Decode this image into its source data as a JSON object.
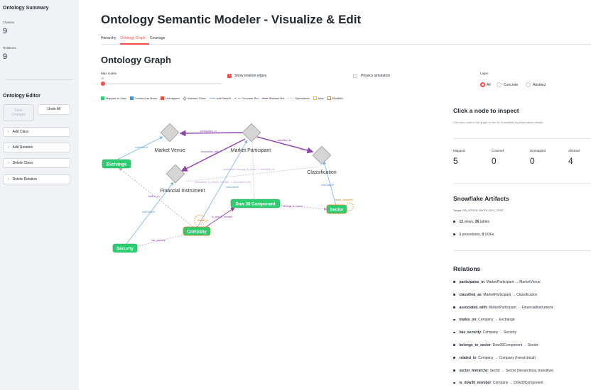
{
  "sidebar": {
    "summary_title": "Ontology Summary",
    "classes_label": "Classes",
    "classes_value": "9",
    "relations_label": "Relations",
    "relations_value": "9",
    "editor_title": "Ontology Editor",
    "save_label": "Save Changes",
    "undo_label": "Undo All",
    "expanders": [
      "Add Class",
      "Add Relation",
      "Delete Class",
      "Delete Relation"
    ]
  },
  "page": {
    "title": "Ontology Semantic Modeler - Visualize & Edit",
    "tabs": [
      "Hierarchy",
      "Ontology Graph",
      "Coverage"
    ],
    "active_tab": "Ontology Graph",
    "section_title": "Ontology Graph"
  },
  "controls": {
    "max_nodes_label": "Max nodes",
    "max_nodes_value": "9",
    "show_relation_edges_label": "Show relation edges",
    "show_relation_edges": true,
    "physics_label": "Physics simulation",
    "physics": false,
    "layer_label": "Layer",
    "layer_options": [
      "All",
      "Concrete",
      "Abstract"
    ],
    "layer_selected": "All"
  },
  "legend": [
    {
      "label": "Mapped to View",
      "kind": "swatch",
      "color": "#2ecc71"
    },
    {
      "label": "Covered as Rows",
      "kind": "swatch",
      "color": "#3498db"
    },
    {
      "label": "Unmapped",
      "kind": "swatch",
      "color": "#e74c3c"
    },
    {
      "label": "Abstract Class",
      "kind": "diamond",
      "color": "#bbbbbb"
    },
    {
      "label": "subClassOf",
      "kind": "line",
      "color": "#7fb3e0"
    },
    {
      "label": "Concrete Rel",
      "kind": "dashed",
      "color": "#999999"
    },
    {
      "label": "Abstract Rel",
      "kind": "line",
      "color": "#8e44ad"
    },
    {
      "label": "Specializes",
      "kind": "dotted",
      "color": "#bbbbbb"
    },
    {
      "label": "New",
      "kind": "outline",
      "color": "#f1c40f"
    },
    {
      "label": "Modified",
      "kind": "outline",
      "color": "#e67e22"
    }
  ],
  "graph": {
    "abstract_nodes": [
      "Market Venue",
      "Market Participant",
      "Classification",
      "Financial Instrument"
    ],
    "concrete_nodes": [
      "Exchange",
      "Company",
      "Security",
      "Dow 30 Component",
      "Sector"
    ],
    "edge_labels": {
      "participates_in": "participates_in",
      "classified_as": "classified_as",
      "associated_with": "associated_with",
      "subclass_a": "subClassOf",
      "subclass_b": "subClassOf",
      "subclass_c": "subClassOf",
      "subclass_d": "subClassOf",
      "trades_on": "trades_on",
      "has_security": "has_security",
      "belongs_to_sector": "belongs_to_sector",
      "sector_hierarchy": "sector_hierarchy",
      "related_to": "related_to",
      "is_dow30_member": "is_dow30_member",
      "specializes_1": "specializes: belongs_to_sector -> classified_as",
      "specializes_2": "specializes: is_dow30_member -> associated_with"
    }
  },
  "inspector": {
    "title": "Click a node to inspect",
    "note": "Click any node in the graph to see its Snowflake implementation details."
  },
  "stats": [
    {
      "label": "Mapped",
      "value": "5"
    },
    {
      "label": "Covered",
      "value": "0"
    },
    {
      "label": "Unmapped",
      "value": "0"
    },
    {
      "label": "Abstract",
      "value": "4"
    }
  ],
  "artifacts": {
    "title": "Snowflake Artifacts",
    "target": "Target: DB_STOCK.ONTOLOGY_TEST",
    "items": [
      {
        "bold1": "12",
        "text1": " views, ",
        "bold2": "26",
        "text2": " tables"
      },
      {
        "bold1": "1",
        "text1": " procedures, ",
        "bold2": "0",
        "text2": " UDFs"
      }
    ]
  },
  "relations": {
    "title": "Relations",
    "items": [
      {
        "name": "participates_in",
        "desc": ": MarketParticipant → MarketVenue"
      },
      {
        "name": "classified_as",
        "desc": ": MarketParticipant → Classification"
      },
      {
        "name": "associated_with",
        "desc": ": MarketParticipant → FinancialInstrument"
      },
      {
        "name": "trades_on",
        "desc": ": Company → Exchange"
      },
      {
        "name": "has_security",
        "desc": ": Company → Security"
      },
      {
        "name": "belongs_to_sector",
        "desc": ": Dow30Component → Sector"
      },
      {
        "name": "related_to",
        "desc": ": Company → Company (hierarchical)"
      },
      {
        "name": "sector_hierarchy",
        "desc": ": Sector → Sector (hierarchical, transitive)"
      },
      {
        "name": "is_dow30_member",
        "desc": ": Company → Dow30Component"
      }
    ]
  },
  "colors": {
    "accent": "#ff4b4b",
    "mapped": "#2ecc71",
    "abstract_edge": "#8e44ad",
    "subclass_edge": "#7fb3e0"
  }
}
